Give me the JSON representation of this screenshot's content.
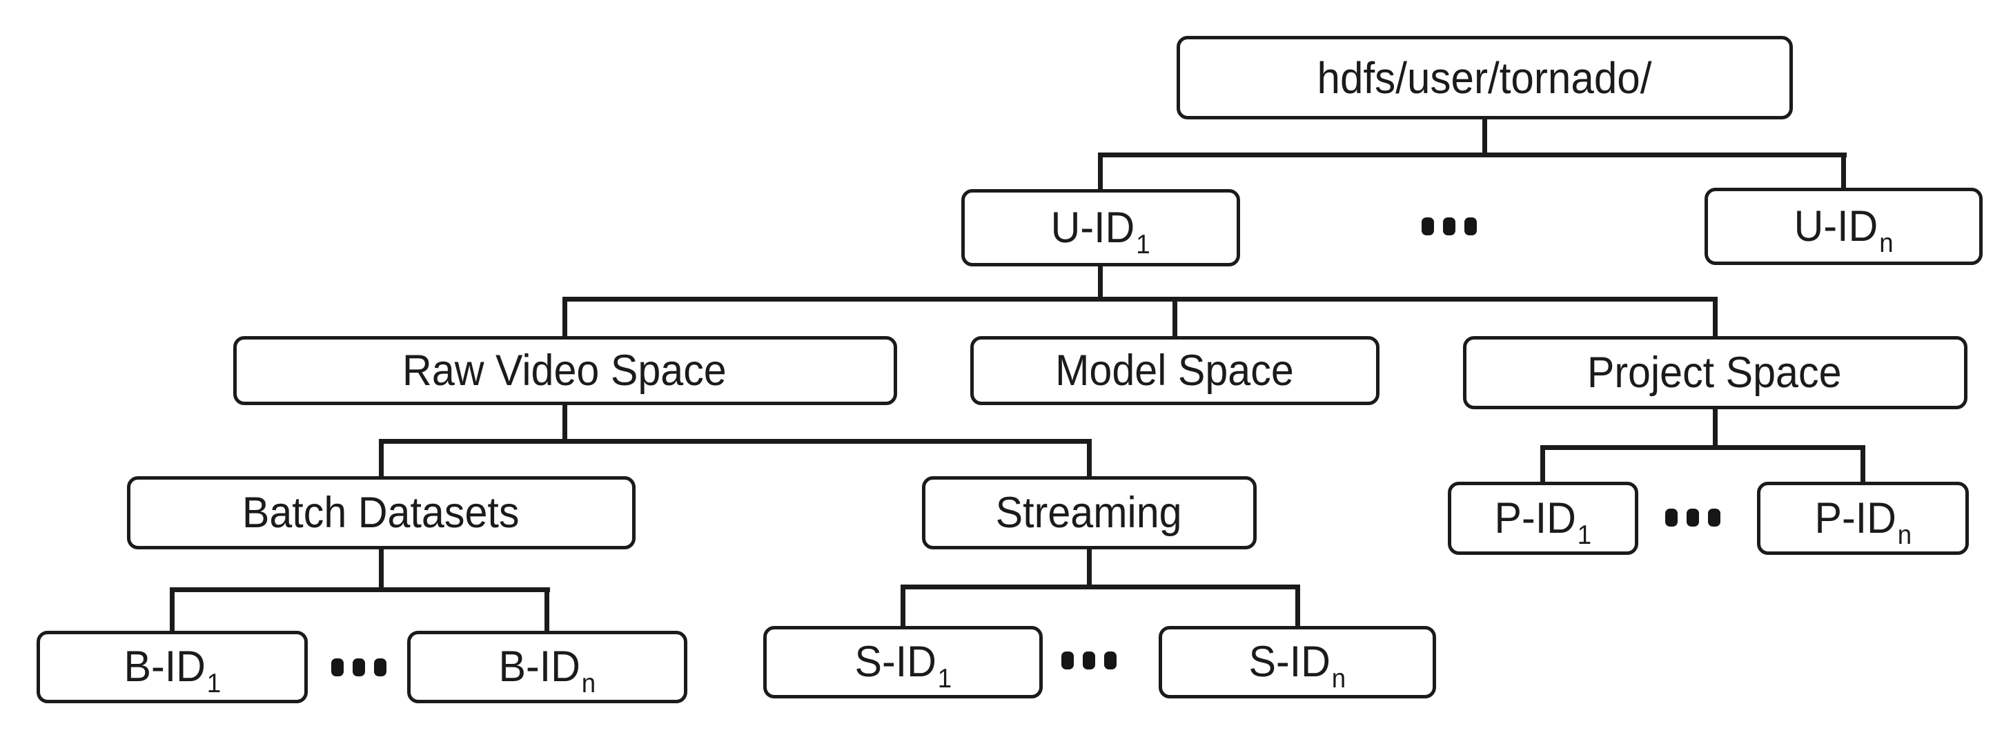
{
  "figure": {
    "background": "#ffffff",
    "stroke_color": "#1c1a1b",
    "ellipsis_glyph": "•••",
    "nodes": {
      "root": {
        "label": "hdfs/user/tornado/",
        "sub": ""
      },
      "uid1": {
        "label": "U-ID",
        "sub": "1"
      },
      "uidn": {
        "label": "U-ID",
        "sub": "n"
      },
      "raw": {
        "label": "Raw Video Space",
        "sub": ""
      },
      "model": {
        "label": "Model Space",
        "sub": ""
      },
      "project": {
        "label": "Project Space",
        "sub": ""
      },
      "batch": {
        "label": "Batch Datasets",
        "sub": ""
      },
      "streaming": {
        "label": "Streaming",
        "sub": ""
      },
      "pid1": {
        "label": "P-ID",
        "sub": "1"
      },
      "pidn": {
        "label": "P-ID",
        "sub": "n"
      },
      "bid1": {
        "label": "B-ID",
        "sub": "1"
      },
      "bidn": {
        "label": "B-ID",
        "sub": "n"
      },
      "sid1": {
        "label": "S-ID",
        "sub": "1"
      },
      "sidn": {
        "label": "S-ID",
        "sub": "n"
      }
    },
    "hierarchy": [
      {
        "parent": "root",
        "children": [
          "uid1",
          "uidn"
        ],
        "ellipsis_between": true
      },
      {
        "parent": "uid1",
        "children": [
          "raw",
          "model",
          "project"
        ],
        "ellipsis_between": false
      },
      {
        "parent": "raw",
        "children": [
          "batch",
          "streaming"
        ],
        "ellipsis_between": false
      },
      {
        "parent": "project",
        "children": [
          "pid1",
          "pidn"
        ],
        "ellipsis_between": true
      },
      {
        "parent": "batch",
        "children": [
          "bid1",
          "bidn"
        ],
        "ellipsis_between": true
      },
      {
        "parent": "streaming",
        "children": [
          "sid1",
          "sidn"
        ],
        "ellipsis_between": true
      }
    ]
  }
}
